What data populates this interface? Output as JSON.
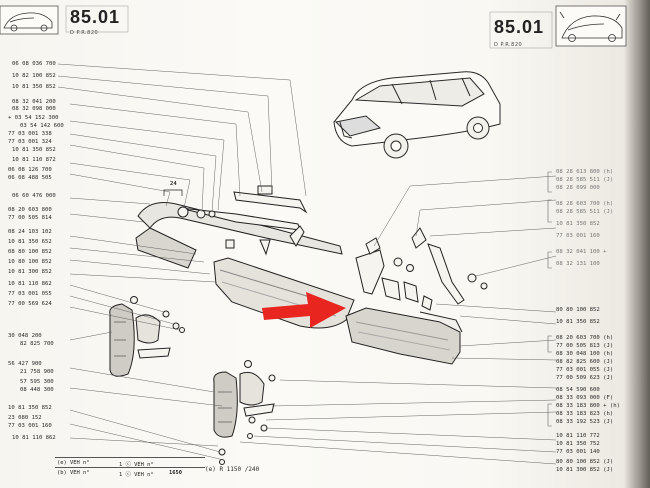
{
  "header": {
    "left_page": "85",
    "left_sub": ".01",
    "left_caption": "D    P.R.820",
    "right_page": "85",
    "right_sub": ".01",
    "right_caption": "D    P.R.820"
  },
  "callout": "24",
  "left_parts": [
    "06 08 036 700",
    "10 82 100 852",
    "10 81 350 852",
    "08 32 041 200",
    "08 32 098 000",
    "+ 03 54 152 300",
    "03 54 142 600",
    "77 03 001 338",
    "77 03 001 324",
    "10 81 350 852",
    "10 81 110 872",
    "06 08 126 700",
    "06 08 488 505",
    "06 60 476 000",
    "08 20 603 800",
    "77 00 505 814",
    "08 24 103 102",
    "10 81 350 652",
    "08 80 100 852",
    "10 80 100 852",
    "10 81 300 852",
    "10 81 110 862",
    "77 03 001 055",
    "77 00 569 624",
    "30 048 200",
    "82 825 700",
    "56 427 900",
    "21 758 900",
    "57 595 300",
    "08 448 300",
    "10 81 350 852",
    "23 080 152",
    "77 03 001 160",
    "10 81 110 862"
  ],
  "right_parts": [
    "08 28 613 800 (h)",
    "08 28 585 511 (J)",
    "08 28 099 000",
    "08 28 603 700 (h)",
    "08 28 585 511 (J)",
    "10 81 350 852",
    "77 03 001 160",
    "08 32 041 100 +",
    "08 32 131 100",
    "80 80 100 852",
    "10 81 350 852",
    "08 20 603 700 (h)",
    "77 00 505 813 (J)",
    "08 30 048 100 (h)",
    "08 82 825 600 (J)",
    "77 03 001 055 (J)",
    "77 00 509 623 (J)",
    "08 54 590 600",
    "08 33 093 000 (F)",
    "08 33 183 800 + (h)",
    "08 33 183 823 (h)",
    "08 33 192 523 (J)",
    "10 81 110 772",
    "10 81 350 752",
    "77 03 001 140",
    "80 80 100 852 (J)",
    "10 81 300 852 (J)"
  ],
  "footer_strips": [
    {
      "prefix": "(e) VEH n°",
      "mid": "1 ⓒ VEH n°",
      "end": ""
    },
    {
      "prefix": "(b) VEH n°",
      "mid": "1 ⓒ VEH n°",
      "end": "1650"
    }
  ],
  "footer_model": "(e) R 1150    /240",
  "colors": {
    "arrow": "#e8261f",
    "paper": "#f9f8f3",
    "ink": "#2a2a2a"
  }
}
